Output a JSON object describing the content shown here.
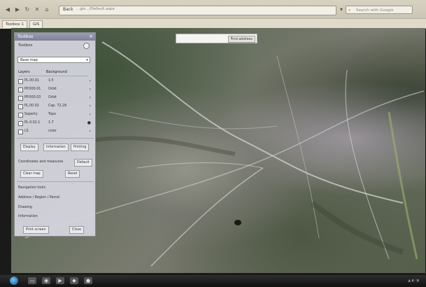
{
  "browser": {
    "back_label": "Back",
    "url": "...gis.../Default.aspx",
    "search_placeholder": "Search with Google",
    "tabs": [
      {
        "label": "Toolbox 1"
      },
      {
        "label": "GIS"
      }
    ]
  },
  "map": {
    "search_button_label": "Find address",
    "search_value": ""
  },
  "panel": {
    "title": "Toolbox",
    "sub_label": "Toolbox",
    "select_value": "Base map",
    "layer_header": {
      "col1": "Layers",
      "col2": "Background"
    },
    "layers": [
      {
        "name": "PL.00.01",
        "value": "1:5",
        "checked": true,
        "action": "›"
      },
      {
        "name": "PP.000.01",
        "value": "Orbit",
        "checked": true,
        "action": "›"
      },
      {
        "name": "PP.000.03",
        "value": "Orbit",
        "checked": true,
        "action": "›"
      },
      {
        "name": "PL.00.02",
        "value": "Cap. 72.28",
        "checked": true,
        "action": "›"
      },
      {
        "name": "Soperty",
        "value": "Topo",
        "checked": true,
        "action": "›"
      },
      {
        "name": "PL.0.02.1",
        "value": "1:7",
        "checked": true,
        "action": "●"
      },
      {
        "name": "LS",
        "value": "color",
        "checked": false,
        "action": "›"
      }
    ],
    "buttons_row1": [
      "Display",
      "Information",
      "Printing"
    ],
    "option_label": "Coordinates and measures",
    "option_value": "Default",
    "buttons_row2": [
      "Clear map",
      "Reset"
    ],
    "label1": "Navigation tools",
    "label2": "Address / Region / Parcel",
    "label3": "Drawing",
    "label4": "Information",
    "bottom_buttons": [
      "Print screen",
      "Close"
    ]
  },
  "colors": {
    "panel_header": "#8a8da5",
    "chrome": "#cfc9b9",
    "taskbar": "#1b1b1b"
  }
}
